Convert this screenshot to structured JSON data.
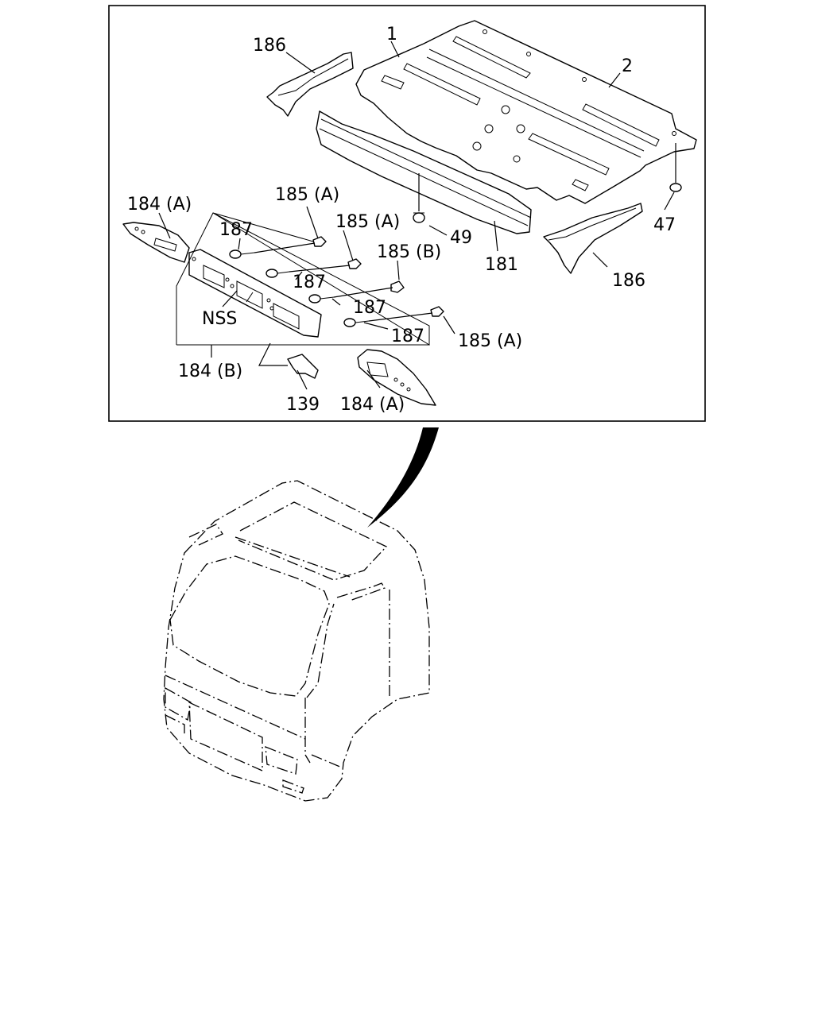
{
  "callouts": {
    "c1": "1",
    "c2": "2",
    "c186_top": "186",
    "c186_right": "186",
    "c184a_left": "184 (A)",
    "c184a_bottom": "184 (A)",
    "c185a_1": "185 (A)",
    "c185a_2": "185 (A)",
    "c185b": "185 (B)",
    "c185a_3": "185 (A)",
    "c187_1": "187",
    "c187_2": "187",
    "c187_3": "187",
    "c187_4": "187",
    "c47": "47",
    "c49": "49",
    "c181": "181",
    "nss": "NSS",
    "c184b": "184 (B)",
    "c139": "139"
  }
}
